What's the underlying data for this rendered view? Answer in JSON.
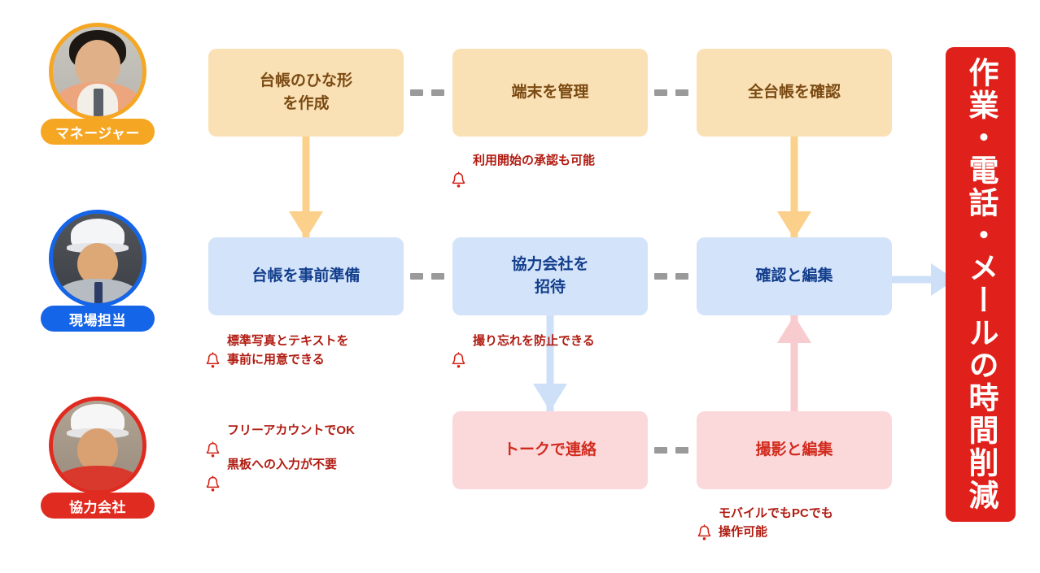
{
  "personas": [
    {
      "id": "manager",
      "label": "マネージャー",
      "color": "#F5A623",
      "photo_alt": "マネージャーの顔写真"
    },
    {
      "id": "site",
      "label": "現場担当",
      "color": "#1565E8",
      "photo_alt": "現場担当の顔写真"
    },
    {
      "id": "partner",
      "label": "協力会社",
      "color": "#E02B20",
      "photo_alt": "協力会社の顔写真"
    }
  ],
  "rows": {
    "manager": {
      "boxes": [
        {
          "id": "box-template",
          "text": "台帳のひな形\nを作成"
        },
        {
          "id": "box-device",
          "text": "端末を管理"
        },
        {
          "id": "box-allbooks",
          "text": "全台帳を確認"
        }
      ]
    },
    "site": {
      "boxes": [
        {
          "id": "box-prepare",
          "text": "台帳を事前準備"
        },
        {
          "id": "box-invite",
          "text": "協力会社を\n招待"
        },
        {
          "id": "box-review",
          "text": "確認と編集"
        }
      ]
    },
    "partner": {
      "boxes": [
        {
          "id": "box-talk",
          "text": "トークで連絡"
        },
        {
          "id": "box-photo",
          "text": "撮影と編集"
        }
      ]
    }
  },
  "notes": [
    {
      "id": "note-approval",
      "icon": "bell-icon",
      "text": "利用開始の承認も可能"
    },
    {
      "id": "note-standard",
      "icon": "bell-icon",
      "text": "標準写真とテキストを\n事前に用意できる"
    },
    {
      "id": "note-forget",
      "icon": "bell-icon",
      "text": "撮り忘れを防止できる"
    },
    {
      "id": "note-freeacct",
      "icon": "bell-icon",
      "text": "フリーアカウントでOK"
    },
    {
      "id": "note-blackboard",
      "icon": "bell-icon",
      "text": "黒板への入力が不要"
    },
    {
      "id": "note-mobilepc",
      "icon": "bell-icon",
      "text": "モバイルでもPCでも\n操作可能"
    }
  ],
  "result": {
    "id": "result-banner",
    "text": "作業・電話・メールの時間削減",
    "color": "#E0211B"
  },
  "palette": {
    "orange_box_bg": "#FAE0B5",
    "orange_box_text": "#7A4A12",
    "blue_box_bg": "#D3E3FA",
    "blue_box_text": "#123E8C",
    "pink_box_bg": "#FBD9DB",
    "pink_box_text": "#D22B1E",
    "arrow_orange": "#FBD08A",
    "arrow_blue": "#CEE0F8",
    "arrow_pink": "#F8CCCE",
    "dash_gray": "#9a9a9a",
    "note_text": "#B01C12"
  }
}
